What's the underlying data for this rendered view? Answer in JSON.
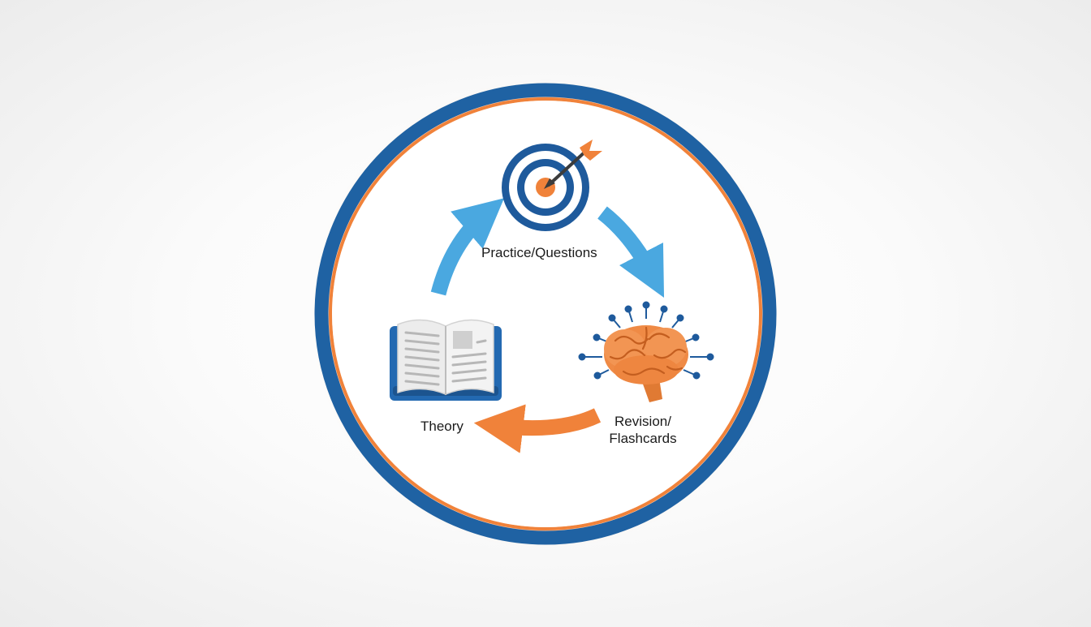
{
  "diagram": {
    "nodes": [
      {
        "id": "practice",
        "label": "Practice/Questions",
        "icon": "target-arrow-icon"
      },
      {
        "id": "revision",
        "label": "Revision/ Flashcards",
        "icon": "brain-icon"
      },
      {
        "id": "theory",
        "label": "Theory",
        "icon": "open-book-icon"
      }
    ],
    "cycle": [
      "theory",
      "practice",
      "revision",
      "theory"
    ]
  },
  "colors": {
    "ring_blue": "#1f62a3",
    "ring_orange": "#f0823a",
    "arrow_light_blue": "#4aa8e0",
    "arrow_orange": "#f0823a",
    "target_blue": "#1e5a9c",
    "brain_orange": "#ef8a45",
    "book_blue": "#2369b1",
    "page_gray": "#e9e9e9"
  }
}
